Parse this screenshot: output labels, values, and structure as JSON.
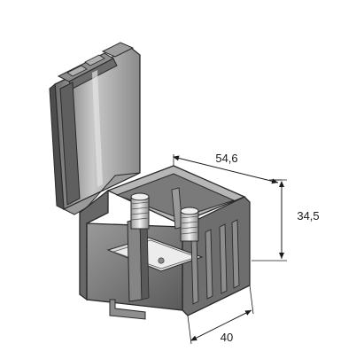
{
  "dimensions": {
    "width": "54,6",
    "height": "34,5",
    "depth": "40"
  },
  "colors": {
    "body_dark": "#5d5d5d",
    "body_mid": "#7d7d7d",
    "body_light": "#a8a8a8",
    "lid_face": "#bdbdbd",
    "metal": "#d8d8d8",
    "outline": "#2a2a2a",
    "dimension_line": "#1a1a1a"
  }
}
